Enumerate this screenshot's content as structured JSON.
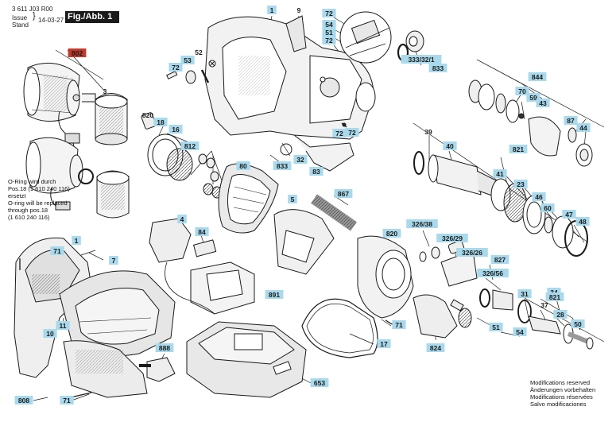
{
  "header": {
    "doc_number": "3 611 J03 R00",
    "issue_label": "Issue",
    "stand_label": "Stand",
    "date": "14-03-27",
    "figure_label": "Fig./Abb. 1"
  },
  "oring_note": [
    "O-Ring wird durch",
    "Pos.18 (1 610 240 116)",
    "ersetzt",
    "O-ring will be replaced",
    "through pos.18",
    "(1 610 240 116)"
  ],
  "modifications": [
    "Modifications reserved",
    "Änderungen vorbehalten",
    "Modifications réservées",
    "Salvo modificaciones"
  ],
  "colors": {
    "label_fill": "#a9d9ec",
    "highlight_fill": "#c0392b",
    "ink": "#1a1a1a"
  },
  "labels": [
    "1",
    "9",
    "72",
    "54",
    "51",
    "72",
    "833",
    "333/32/1",
    "72",
    "53",
    "52",
    "802",
    "3",
    "820",
    "18",
    "16",
    "812",
    "844",
    "70",
    "59",
    "43",
    "87",
    "44",
    "72",
    "32",
    "833",
    "83",
    "72",
    "80",
    "39",
    "40",
    "821",
    "41",
    "23",
    "46",
    "60",
    "47",
    "48",
    "5",
    "867",
    "4",
    "84",
    "326/38",
    "820",
    "326/29",
    "326/26",
    "827",
    "326/56",
    "71",
    "1",
    "7",
    "891",
    "31",
    "37",
    "34",
    "821",
    "28",
    "50",
    "54",
    "51",
    "71",
    "17",
    "824",
    "888",
    "10",
    "11",
    "653",
    "808",
    "71"
  ]
}
